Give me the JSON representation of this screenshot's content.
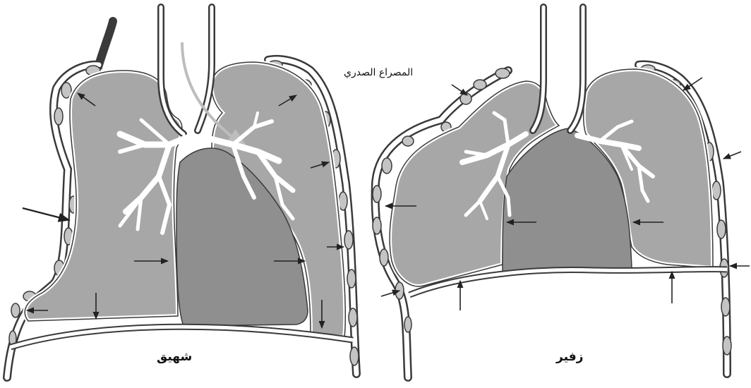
{
  "labels": {
    "inhale": "شهيق",
    "exhale": "زفير",
    "pleura": "المصراع الصدري"
  },
  "colors": {
    "lung_fill": "#a7a7a7",
    "heart_fill": "#8f8f8f",
    "outline": "#3a3a3a",
    "rib_fill": "#c4c4c4",
    "airflow": "#bdbdbd"
  },
  "icons": [
    "arrow-icon",
    "bronchial-tree-icon",
    "rib-icon"
  ]
}
